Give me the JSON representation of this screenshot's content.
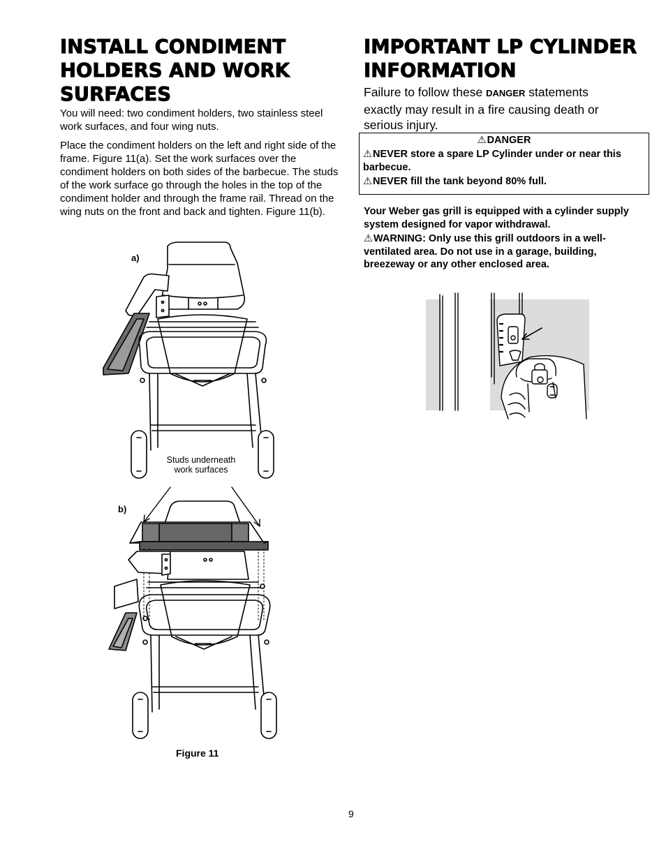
{
  "left_section": {
    "heading": "INSTALL CONDIMENT HOLDERS AND WORK SURFACES",
    "para_1": "You will need: two condiment holders, two stainless steel work surfaces, and four wing nuts.",
    "para_2": "Place the condiment holders on the left and right side of the frame. Figure 11(a). Set the work surfaces over the condiment holders on both sides of the barbecue. The studs of the work surface go through the holes in the top of the condiment holder and through the frame rail. Thread on the wing nuts on the front and back and tighten. Figure 11(b).",
    "figure": {
      "label_a": "a)",
      "label_b": "b)",
      "callout": "Studs underneath work surfaces",
      "caption": "Figure 11"
    }
  },
  "right_section": {
    "heading": "IMPORTANT LP CYLINDER INFORMATION",
    "intro_before": "Failure to follow these ",
    "intro_keyword": "DANGER",
    "intro_after": " statements exactly may result in a fire causing death or serious injury.",
    "danger_box": {
      "title": "DANGER",
      "item_1": "NEVER store a spare LP Cylinder under or near this barbecue.",
      "item_2": "NEVER fill the tank beyond 80% full."
    },
    "supply_text": "Your Weber gas grill is equipped with a cylinder supply system designed for vapor withdrawal.",
    "warning_text": "WARNING: Only use this grill outdoors in a well-ventilated area. Do not use in a garage, building, breezeway or any other enclosed area.",
    "warning_glyph": "⚠"
  },
  "page_number": "9"
}
